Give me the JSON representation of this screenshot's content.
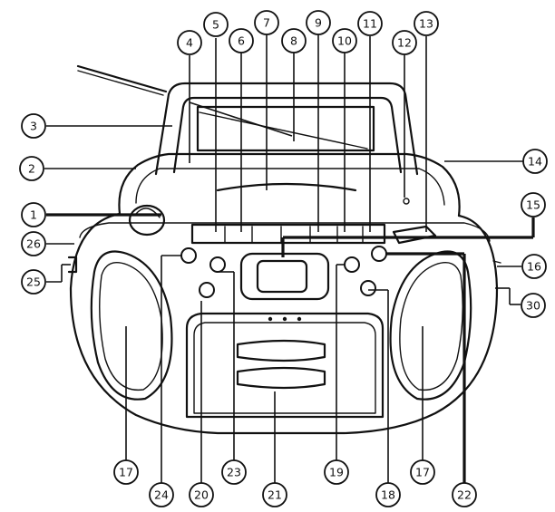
{
  "diagram": {
    "callouts": [
      {
        "id": "c1",
        "label": "1"
      },
      {
        "id": "c2",
        "label": "2"
      },
      {
        "id": "c3",
        "label": "3"
      },
      {
        "id": "c4",
        "label": "4"
      },
      {
        "id": "c5",
        "label": "5"
      },
      {
        "id": "c6",
        "label": "6"
      },
      {
        "id": "c7",
        "label": "7"
      },
      {
        "id": "c8",
        "label": "8"
      },
      {
        "id": "c9",
        "label": "9"
      },
      {
        "id": "c10",
        "label": "10"
      },
      {
        "id": "c11",
        "label": "11"
      },
      {
        "id": "c12",
        "label": "12"
      },
      {
        "id": "c13",
        "label": "13"
      },
      {
        "id": "c14",
        "label": "14"
      },
      {
        "id": "c15",
        "label": "15"
      },
      {
        "id": "c16",
        "label": "16"
      },
      {
        "id": "c17a",
        "label": "17"
      },
      {
        "id": "c17b",
        "label": "17"
      },
      {
        "id": "c18",
        "label": "18"
      },
      {
        "id": "c19",
        "label": "19"
      },
      {
        "id": "c20",
        "label": "20"
      },
      {
        "id": "c21",
        "label": "21"
      },
      {
        "id": "c22",
        "label": "22"
      },
      {
        "id": "c23",
        "label": "23"
      },
      {
        "id": "c24",
        "label": "24"
      },
      {
        "id": "c25",
        "label": "25"
      },
      {
        "id": "c26",
        "label": "26"
      },
      {
        "id": "c30",
        "label": "30"
      }
    ]
  }
}
